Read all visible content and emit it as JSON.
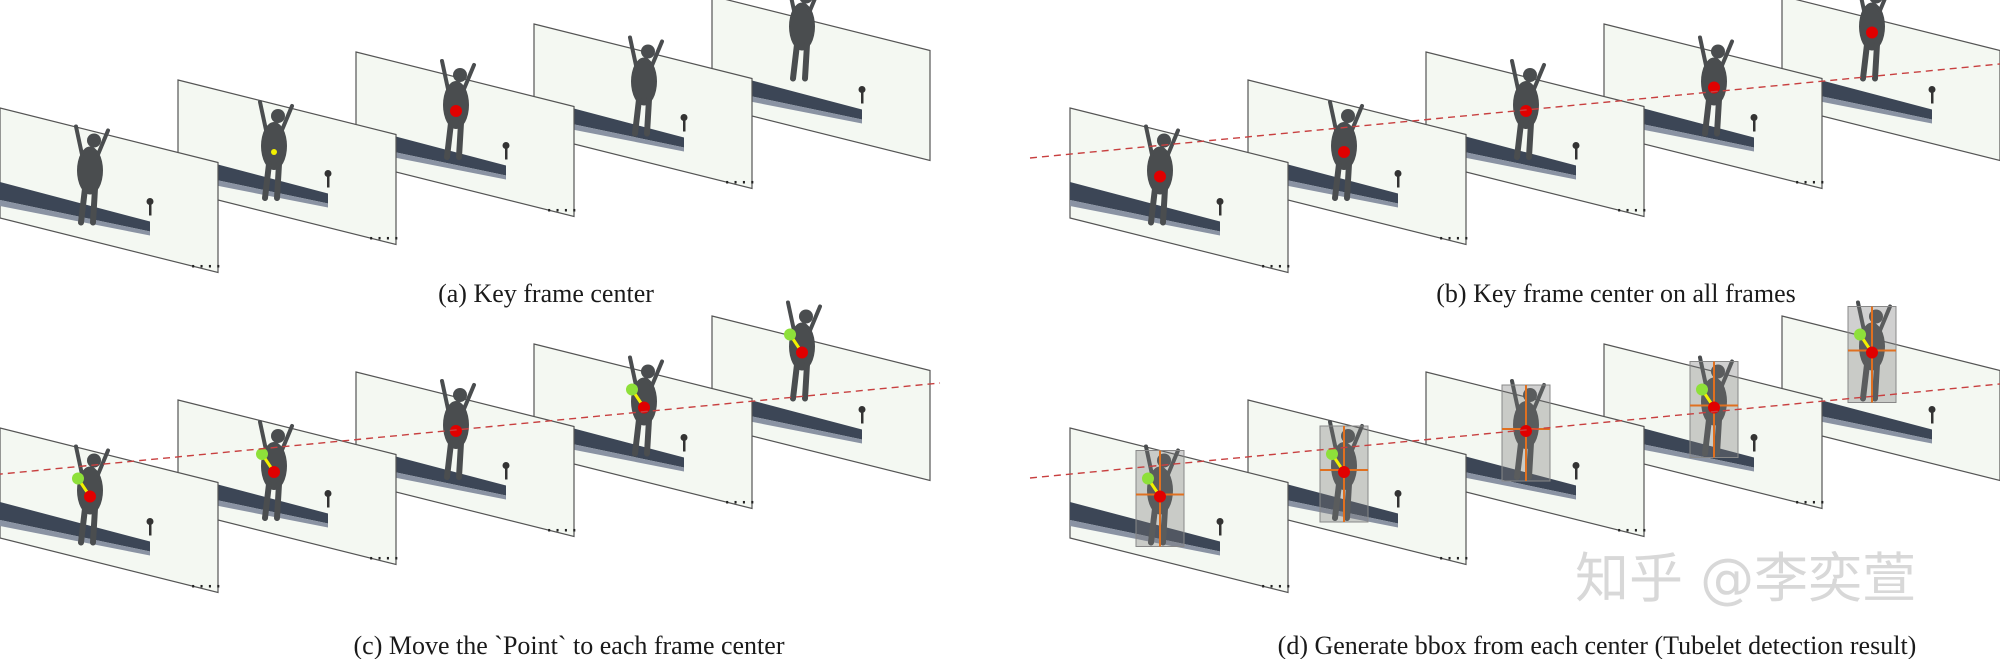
{
  "panels": [
    {
      "caption": "(a) Key frame center",
      "frames": 5,
      "centers": [
        null,
        "yellow-small",
        "red",
        null,
        null
      ],
      "trajectory": false,
      "moved_points": [],
      "bboxes": false
    },
    {
      "caption": "(b) Key frame center on all frames",
      "frames": 5,
      "centers": [
        "red",
        "red",
        "red",
        "red",
        "red"
      ],
      "trajectory": true,
      "moved_points": [],
      "bboxes": false
    },
    {
      "caption": "(c) Move the `Point` to each frame center",
      "frames": 5,
      "centers": [
        "red",
        "red",
        "red",
        "red",
        "red"
      ],
      "trajectory": true,
      "moved_points": [
        0,
        1,
        3,
        4
      ],
      "bboxes": false
    },
    {
      "caption": "(d) Generate bbox from each center (Tubelet detection result)",
      "frames": 5,
      "centers": [
        "red",
        "red",
        "red",
        "red",
        "red"
      ],
      "trajectory": true,
      "moved_points": [
        0,
        1,
        3,
        4
      ],
      "bboxes": true
    }
  ],
  "ellipsis": "....",
  "watermark": "知乎 @李奕萱",
  "colors": {
    "center_point": "#e00000",
    "moved_point": "#8ee03a",
    "arrow": "#f2f000",
    "trajectory": "#c84040",
    "bbox_cross": "#e07020",
    "frame_border": "#555555",
    "frame_fill": "#f4f8f2",
    "diver": "#4a4d4f",
    "platform": "#3c4656"
  },
  "icons": {
    "frame": "video-frame-icon",
    "diver": "diver-figure-icon",
    "platform": "diving-platform-icon",
    "center": "center-point-icon",
    "bbox": "bounding-box-icon"
  }
}
